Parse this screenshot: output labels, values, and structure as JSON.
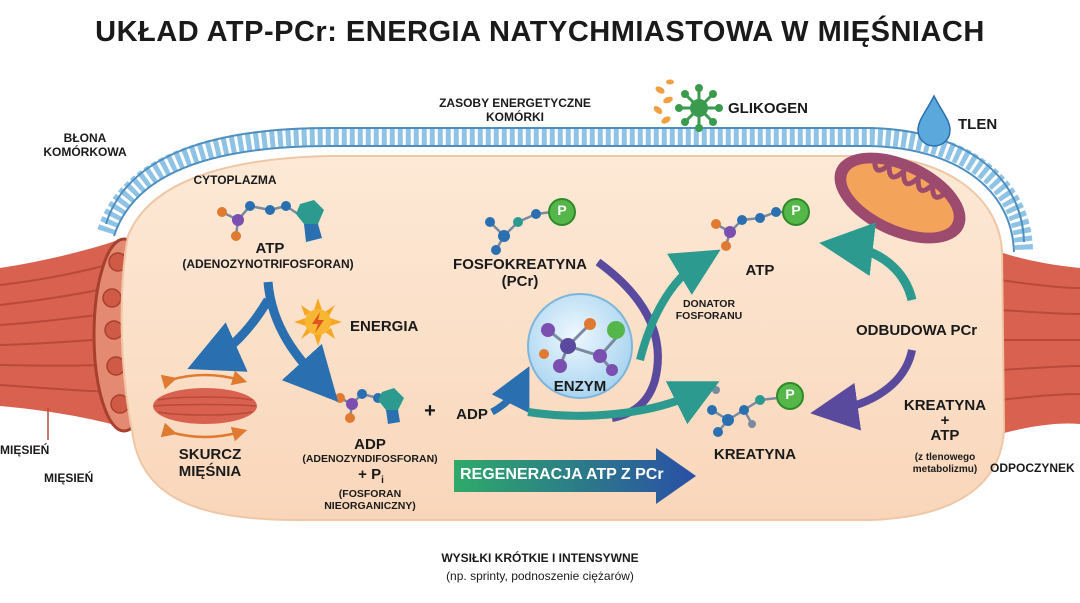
{
  "title": "UKŁAD ATP-PCr: ENERGIA NATYCHMIASTOWA W MIĘŚNIACH",
  "labels": {
    "membrane": "BŁONA\nKOMÓRKOWA",
    "cytoplasm": "CYTOPLAZMA",
    "energy_stores": "ZASOBY ENERGETYCZNE\nKOMÓRKI",
    "glycogen": "GLIKOGEN",
    "oxygen": "TLEN",
    "atp": "ATP",
    "atp_full": "(ADENOZYNOTRIFOSFORAN)",
    "energy": "ENERGIA",
    "muscle_contraction": "SKURCZ\nMIĘŚNIA",
    "muscle_left_1": "MIĘSIEŃ",
    "muscle_left_2": "MIĘSIEŃ",
    "adp": "ADP",
    "adp_full": "(ADENOZYNDIFOSFORAN)",
    "plus_pi": "+ P",
    "pi_sub": "i",
    "pi_full": "(FOSFORAN\nNIEORGANICZNY)",
    "plus": "+",
    "adp_2": "ADP",
    "pcr": "FOSFOKREATYNA\n(PCr)",
    "enzyme": "ENZYM",
    "phosphate_donor": "DONATOR\nFOSFORANU",
    "atp_right": "ATP",
    "creatine": "KREATYNA",
    "pcr_rebuild": "ODBUDOWA PCr",
    "creatine_atp": "KREATYNA\n+\nATP",
    "aerobic": "(z tlenowego\nmetabolizmu)",
    "rest": "ODPOCZYNEK",
    "regeneration": "REGENERACJA ATP Z PCr",
    "efforts": "WYSIŁKI KRÓTKIE I INTENSYWNE",
    "examples": "(np. sprinty, podnoszenie ciężarów)",
    "phosphate_symbol": "P"
  },
  "colors": {
    "cytoplasm": "#fbe0c8",
    "membrane": "#8fc3e6",
    "muscle": "#d9614f",
    "mitochondrion": "#9c4a6e",
    "phosphate": "#55b64a",
    "blue_arrow": "#2a6fb0",
    "teal_arrow": "#2c9a8e",
    "purple_arrow": "#5a4a9e",
    "regen_start": "#2eaa6a",
    "regen_end": "#2a4fa6",
    "enzyme_bubble": "#bfe1f5"
  }
}
